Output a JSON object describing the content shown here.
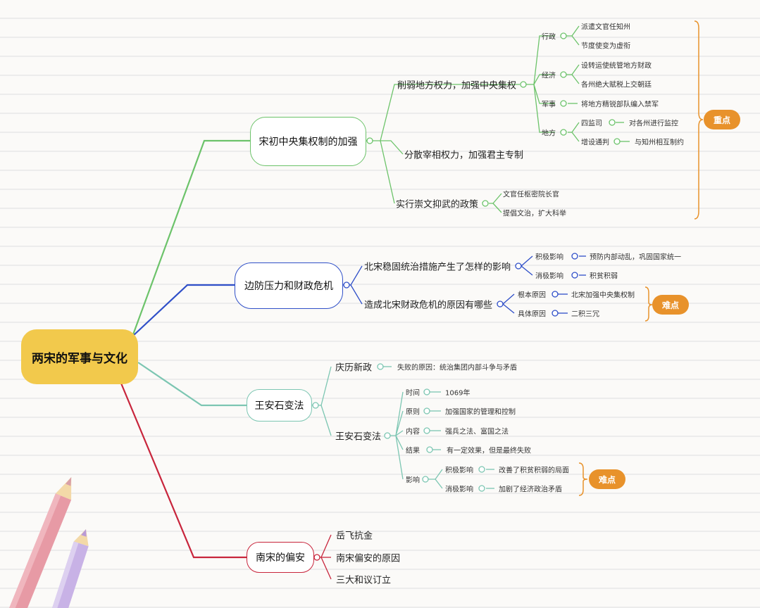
{
  "root": "两宋的军事与文化",
  "colors": {
    "green": "#6cc36a",
    "blue": "#2f4fc8",
    "teal": "#7cc6b2",
    "red": "#c8253c",
    "orange": "#e8922b",
    "root": "#f2c94c"
  },
  "b1": {
    "title": "宋初中央集权制的加强",
    "c1": {
      "label": "削弱地方权力，加强中央集权",
      "xingzheng": {
        "label": "行政",
        "items": [
          "派遣文官任知州",
          "节度使变为虚衔"
        ]
      },
      "jingji": {
        "label": "经济",
        "items": [
          "设转运使统管地方财政",
          "各州绝大赋税上交朝廷"
        ]
      },
      "junshi": {
        "label": "军事",
        "items": [
          "将地方精锐部队编入禁军"
        ]
      },
      "difang": {
        "label": "地方",
        "sijiansi": "四监司",
        "sijiansi_detail": "对各州进行监控",
        "tongpan": "增设通判",
        "tongpan_detail": "与知州相互制约"
      }
    },
    "c2": "分散宰相权力，加强君主专制",
    "c3": {
      "label": "实行崇文抑武的政策",
      "items": [
        "文官任枢密院长官",
        "提倡文治，扩大科举"
      ]
    },
    "tag": "重点"
  },
  "b2": {
    "title": "边防压力和财政危机",
    "c1": {
      "label": "北宋稳固统治措施产生了怎样的影响",
      "pos": "积极影响",
      "pos_detail": "预防内部动乱，巩固国家统一",
      "neg": "消极影响",
      "neg_detail": "积贫积弱"
    },
    "c2": {
      "label": "造成北宋财政危机的原因有哪些",
      "root_cause": "根本原因",
      "root_detail": "北宋加强中央集权制",
      "direct": "具体原因",
      "direct_detail": "二积三冗"
    },
    "tag": "难点"
  },
  "b3": {
    "title": "王安石变法",
    "c1": {
      "label": "庆历新政",
      "detail": "失败的原因：统治集团内部斗争与矛盾"
    },
    "c2": {
      "label": "王安石变法",
      "time": "时间",
      "time_v": "1069年",
      "principle": "原则",
      "principle_v": "加强国家的管理和控制",
      "content": "内容",
      "content_v": "强兵之法、富国之法",
      "result": "结果",
      "result_v": "有一定效果，但是最终失败",
      "impact": "影响",
      "pos": "积极影响",
      "pos_v": "改善了积贫积弱的局面",
      "neg": "消极影响",
      "neg_v": "加剧了经济政治矛盾"
    },
    "tag": "难点"
  },
  "b4": {
    "title": "南宋的偏安",
    "items": [
      "岳飞抗金",
      "南宋偏安的原因",
      "三大和议订立"
    ]
  }
}
